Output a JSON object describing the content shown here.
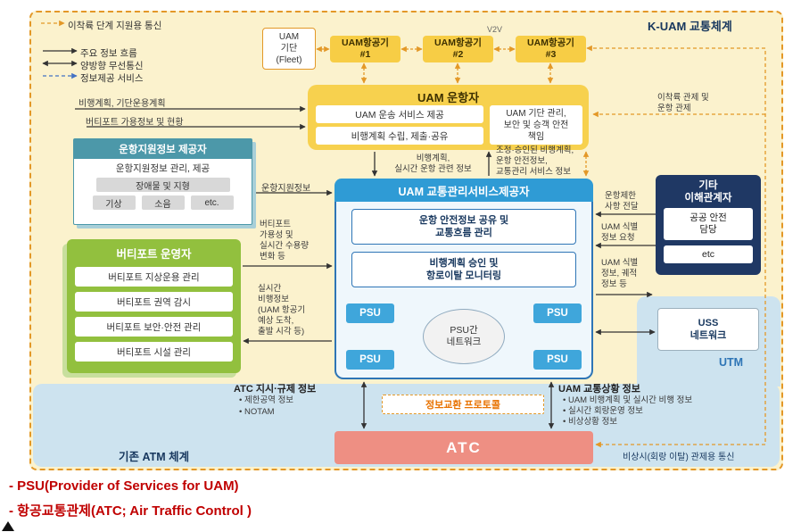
{
  "legend": {
    "items": [
      {
        "label": "이착륙 단계 지원용 통신"
      },
      {
        "label": "주요 정보 흐름"
      },
      {
        "label": "양방향 무선통신"
      },
      {
        "label": "정보제공 서비스"
      }
    ]
  },
  "regions": {
    "kuam": "K-UAM 교통체계",
    "atm": "기존 ATM 체계",
    "utm": "UTM"
  },
  "fleet": {
    "title": "UAM\n기단\n(Fleet)",
    "v2v": "V2V",
    "aircraft": [
      "UAM항공기\n#1",
      "UAM항공기\n#2",
      "UAM항공기\n#3"
    ]
  },
  "operator": {
    "title": "UAM 운항자",
    "items": [
      "UAM 운송 서비스 제공",
      "비행계획 수립, 제출·공유"
    ],
    "side": "UAM 기단 관리,\n보안 및 승객 안전\n책임"
  },
  "support": {
    "title": "운항지원정보 제공자",
    "desc": "운항지원정보 관리, 제공",
    "box": "장애물 및 지형",
    "chips": [
      "기상",
      "소음",
      "etc."
    ]
  },
  "vertiport": {
    "title": "버티포트 운영자",
    "items": [
      "버티포트 지상운용 관리",
      "버티포트 권역 감시",
      "버티포트 보안·안전 관리",
      "버티포트 시설 관리"
    ]
  },
  "tms": {
    "title": "UAM 교통관리서비스제공자",
    "fn1": "운항 안전정보 공유 및\n교통흐름 관리",
    "fn2": "비행계획 승인 및\n항로이탈 모니터링",
    "psu": "PSU",
    "network": "PSU간\n네트워크"
  },
  "stakeholders": {
    "title": "기타\n이해관계자",
    "item1": "공공 안전\n담당",
    "item2": "etc"
  },
  "uss": {
    "title": "USS\n네트워크"
  },
  "atc": {
    "title": "ATC"
  },
  "protocol": {
    "title": "정보교환 프로토콜"
  },
  "flows": {
    "flight_plan": "비행계획, 기단운용계획",
    "vertiport_avail": "버티포트 가용정보 및 현황",
    "support_info": "운항지원정보",
    "vertiport_capacity": "버티포트\n가용성 및\n실시간 수용량\n변화 등",
    "realtime_flight": "실시간\n비행정보\n(UAM 항공기\n예상 도착,\n출발 시각 등)",
    "plan_realtime": "비행계획,\n실시간 운항 관련 정보",
    "approved_plan": "조정·승인된 비행계획,\n운항 안전정보,\n교통관리 서비스 정보",
    "tol_control": "이착륙 관제 및\n운항 관제",
    "restriction": "운항제한\n사항 전달",
    "id_request": "UAM 식별\n정보 요청",
    "id_info": "UAM 식별\n정보, 궤적\n정보 등",
    "atc_directive_title": "ATC 지시·규제 정보",
    "atc_directive_items": [
      "•  제한공역 정보",
      "•  NOTAM"
    ],
    "traffic_status_title": "UAM 교통상황 정보",
    "traffic_status_items": [
      "•  UAM 비행계획 및 실시간 비행 정보",
      "•  실시간 회랑운영 정보",
      "•  비상상황 정보"
    ],
    "emergency": "비상시(회랑 이탈) 관제용 통신"
  },
  "footnotes": [
    "- PSU(Provider of Services for UAM)",
    "- 항공교통관제(ATC; Air Traffic Control )"
  ]
}
